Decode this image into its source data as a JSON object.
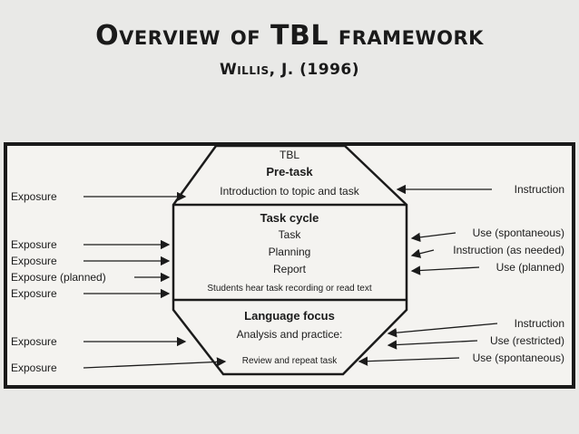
{
  "title": "Overview of TBL framework",
  "subtitle": "Willis, J. (1996)",
  "diagram": {
    "header": "TBL",
    "pretask": {
      "heading": "Pre-task",
      "line": "Introduction to topic and task"
    },
    "taskcycle": {
      "heading": "Task cycle",
      "lines": [
        "Task",
        "Planning",
        "Report"
      ],
      "footnote": "Students hear task recording or read text"
    },
    "languagefocus": {
      "heading": "Language focus",
      "line1": "Analysis and practice:",
      "line2": "Review and repeat task"
    },
    "left_labels": [
      "Exposure",
      "Exposure",
      "Exposure",
      "Exposure (planned)",
      "Exposure",
      "Exposure",
      "Exposure"
    ],
    "right_labels": [
      "Instruction",
      "Use (spontaneous)",
      "Instruction (as needed)",
      "Use (planned)",
      "Instruction",
      "Use (restricted)",
      "Use (spontaneous)"
    ]
  }
}
